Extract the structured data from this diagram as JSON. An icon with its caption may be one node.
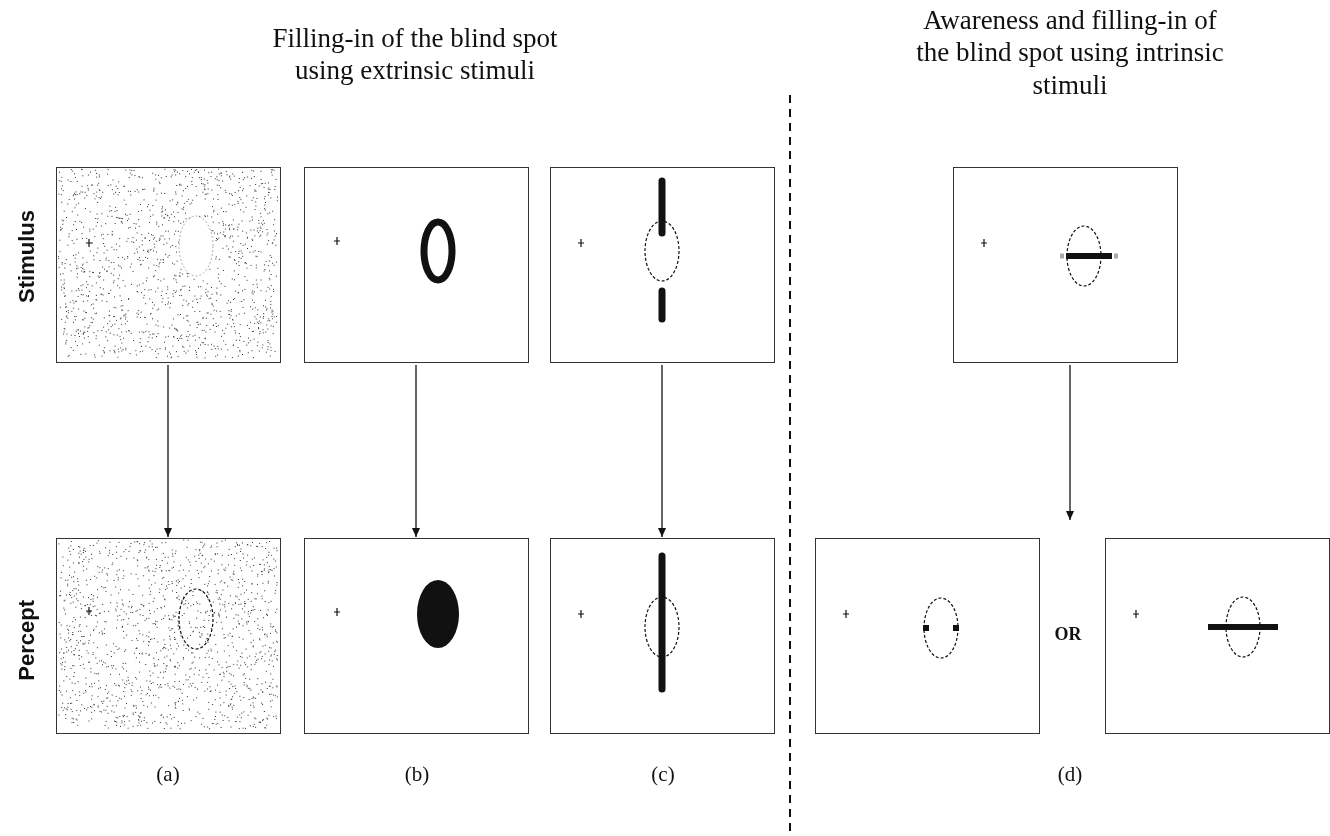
{
  "diagram": {
    "nodes": [
      {
        "text": [],
        "shape": "picture"
      },
      {
        "text": [],
        "shape": "picture"
      },
      {
        "text": [],
        "shape": "picture"
      },
      {
        "text": [],
        "shape": "picture"
      },
      {
        "text": [],
        "shape": "picture"
      },
      {
        "text": [],
        "shape": "picture"
      },
      {
        "text": [],
        "shape": "picture"
      },
      {
        "text": [],
        "shape": "picture"
      },
      {
        "text": [],
        "shape": "picture"
      }
    ],
    "edges": [
      {
        "from": 0,
        "to": 4,
        "arrow": "to"
      },
      {
        "from": 1,
        "to": 5,
        "arrow": "to"
      },
      {
        "from": 2,
        "to": 6,
        "arrow": "to"
      },
      {
        "from": 3,
        "to": null,
        "arrow": "to"
      }
    ],
    "labels": [
      "Filling-in of the blind spot using extrinsic stimuli",
      "Awareness and filling-in of the blind spot using intrinsic stimuli",
      "Stimulus",
      "Percept",
      "OR",
      "(a)",
      "(b)",
      "(c)",
      "(d)"
    ]
  }
}
